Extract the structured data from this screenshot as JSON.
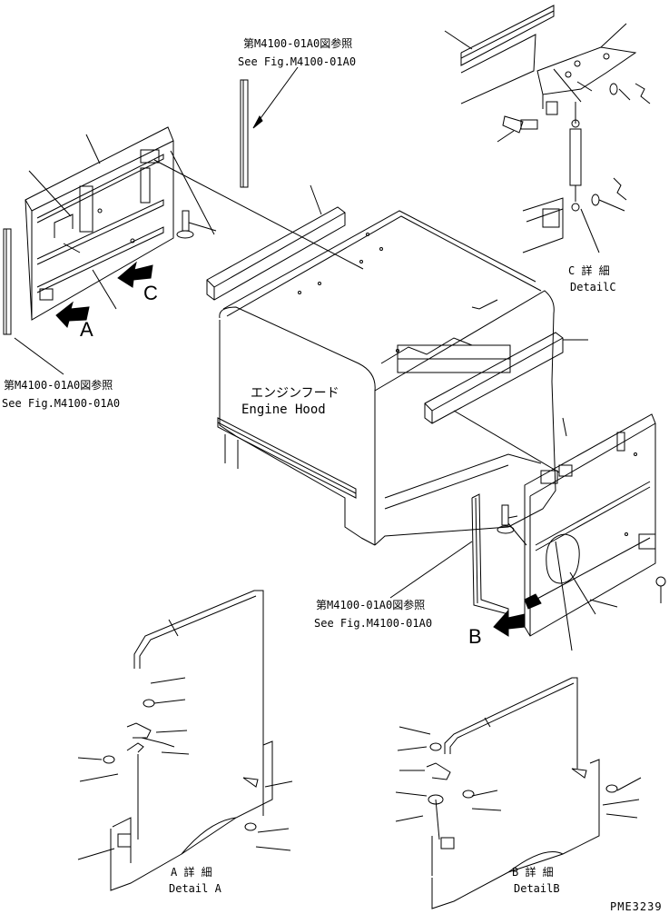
{
  "references": {
    "top_jp": "第M4100-01A0図参照",
    "top_en": "See Fig.M4100-01A0",
    "left_jp": "第M4100-01A0図参照",
    "left_en": "See Fig.M4100-01A0",
    "right_jp": "第M4100-01A0図参照",
    "right_en": "See Fig.M4100-01A0"
  },
  "hood": {
    "jp": "エンジンフード",
    "en": "Engine Hood"
  },
  "arrows": {
    "a": "A",
    "b": "B",
    "c": "C"
  },
  "details": {
    "c_jp": "C 詳 細",
    "c_en": "DetailC",
    "a_jp": "A 詳 細",
    "a_en": "Detail A",
    "b_jp": "B 詳 細",
    "b_en": "DetailB"
  },
  "drawing_code": "PME3239"
}
